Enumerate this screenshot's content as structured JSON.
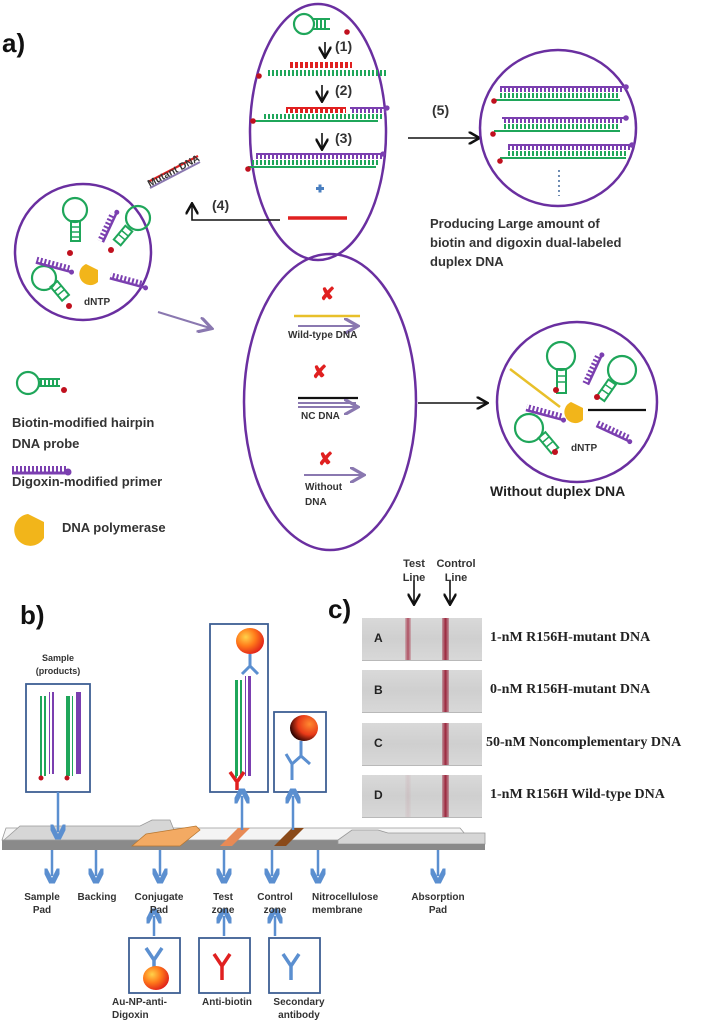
{
  "panels": {
    "a": {
      "label": "a)",
      "steps": [
        "(1)",
        "(2)",
        "(3)",
        "(4)",
        "(5)"
      ],
      "mutant_dna_label": "Mutant DNA",
      "dntp_label": "dNTP",
      "product_caption": [
        "Producing Large amount of",
        "biotin and digoxin  dual-labeled",
        "duplex DNA"
      ],
      "negative_cases": [
        "Wild-type DNA",
        "NC DNA",
        "Without",
        "DNA"
      ],
      "no_product_caption": "Without duplex DNA",
      "legend": {
        "hairpin": [
          "Biotin-modified hairpin",
          "DNA probe"
        ],
        "primer": "Digoxin-modified primer",
        "polymerase": "DNA polymerase"
      }
    },
    "b": {
      "label": "b)",
      "sample_label": [
        "Sample",
        "(products)"
      ],
      "strip_parts": [
        [
          "Sample",
          "Pad"
        ],
        [
          "Backing"
        ],
        [
          "Conjugate",
          "Pad"
        ],
        [
          "Test",
          "zone"
        ],
        [
          "Control",
          "zone"
        ],
        [
          "Nitrocellulose",
          "membrane"
        ],
        [
          "Absorption",
          "Pad"
        ]
      ],
      "reagents": [
        [
          "Au-NP-anti-",
          "Digoxin"
        ],
        [
          "Anti-biotin"
        ],
        [
          "Secondary",
          "antibody"
        ]
      ]
    },
    "c": {
      "label": "c)",
      "test_line_label": [
        "Test",
        "Line"
      ],
      "control_line_label": [
        "Control",
        "Line"
      ],
      "strips": [
        {
          "letter": "A",
          "description": "1-nM R156H-mutant DNA",
          "test_line_intensity": 0.85,
          "control_line_intensity": 0.95
        },
        {
          "letter": "B",
          "description": "0-nM R156H-mutant DNA",
          "test_line_intensity": 0.0,
          "control_line_intensity": 0.95
        },
        {
          "letter": "C",
          "description": "50-nM Noncomplementary DNA",
          "test_line_intensity": 0.0,
          "control_line_intensity": 0.95
        },
        {
          "letter": "D",
          "description": "1-nM R156H  Wild-type DNA",
          "test_line_intensity": 0.1,
          "control_line_intensity": 0.95
        }
      ]
    }
  },
  "colors": {
    "circle": "#6a2fa0",
    "biotin_probe": "#1fa65a",
    "primer": "#7b3fb0",
    "mutant": "#e02020",
    "biotin_dot": "#c0101e",
    "polymerase": "#f2b51a",
    "wildtype": "#e8c02a",
    "arrow_blue": "#5b8fd0",
    "box_border": "#3e5f93"
  }
}
